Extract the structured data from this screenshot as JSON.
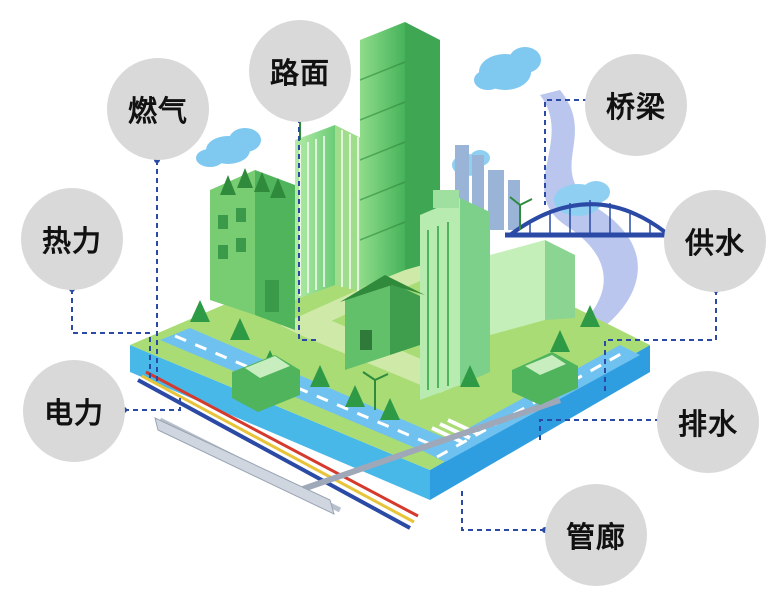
{
  "labels": {
    "road_surface": "路面",
    "gas": "燃气",
    "heating": "热力",
    "electricity": "电力",
    "bridge": "桥梁",
    "water_supply": "供水",
    "drainage": "排水",
    "utility_tunnel": "管廊"
  },
  "colors": {
    "bubble_fill": "#d9d9d9",
    "connector_line": "#2b4aa6",
    "building_green": "#5fc06a",
    "road_blue": "#2a8fd8",
    "ground_green": "#9ad66a"
  }
}
